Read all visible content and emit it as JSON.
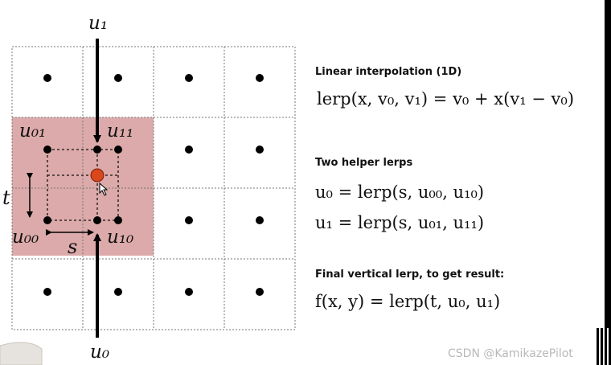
{
  "labels": {
    "u1_top": "u₁",
    "u0_bottom": "u₀",
    "u01": "u₀₁",
    "u11": "u₁₁",
    "u00": "u₀₀",
    "u10": "u₁₀",
    "s": "s",
    "t": "t"
  },
  "sections": [
    {
      "heading": "Linear interpolation (1D)",
      "equations": [
        "lerp(x, v₀, v₁) = v₀ + x(v₁ − v₀)"
      ]
    },
    {
      "heading": "Two helper lerps",
      "equations": [
        "u₀ = lerp(s, u₀₀, u₁₀)",
        "u₁ = lerp(s, u₀₁, u₁₁)"
      ]
    },
    {
      "heading": "Final vertical lerp, to get result:",
      "equations": [
        "f(x, y) = lerp(t, u₀, u₁)"
      ]
    }
  ],
  "watermark": "CSDN @KamikazePilot",
  "colors": {
    "highlight": "#d9a8a8",
    "sample_point": "#d9471b",
    "grid_line": "#666666",
    "dot": "#000000"
  }
}
